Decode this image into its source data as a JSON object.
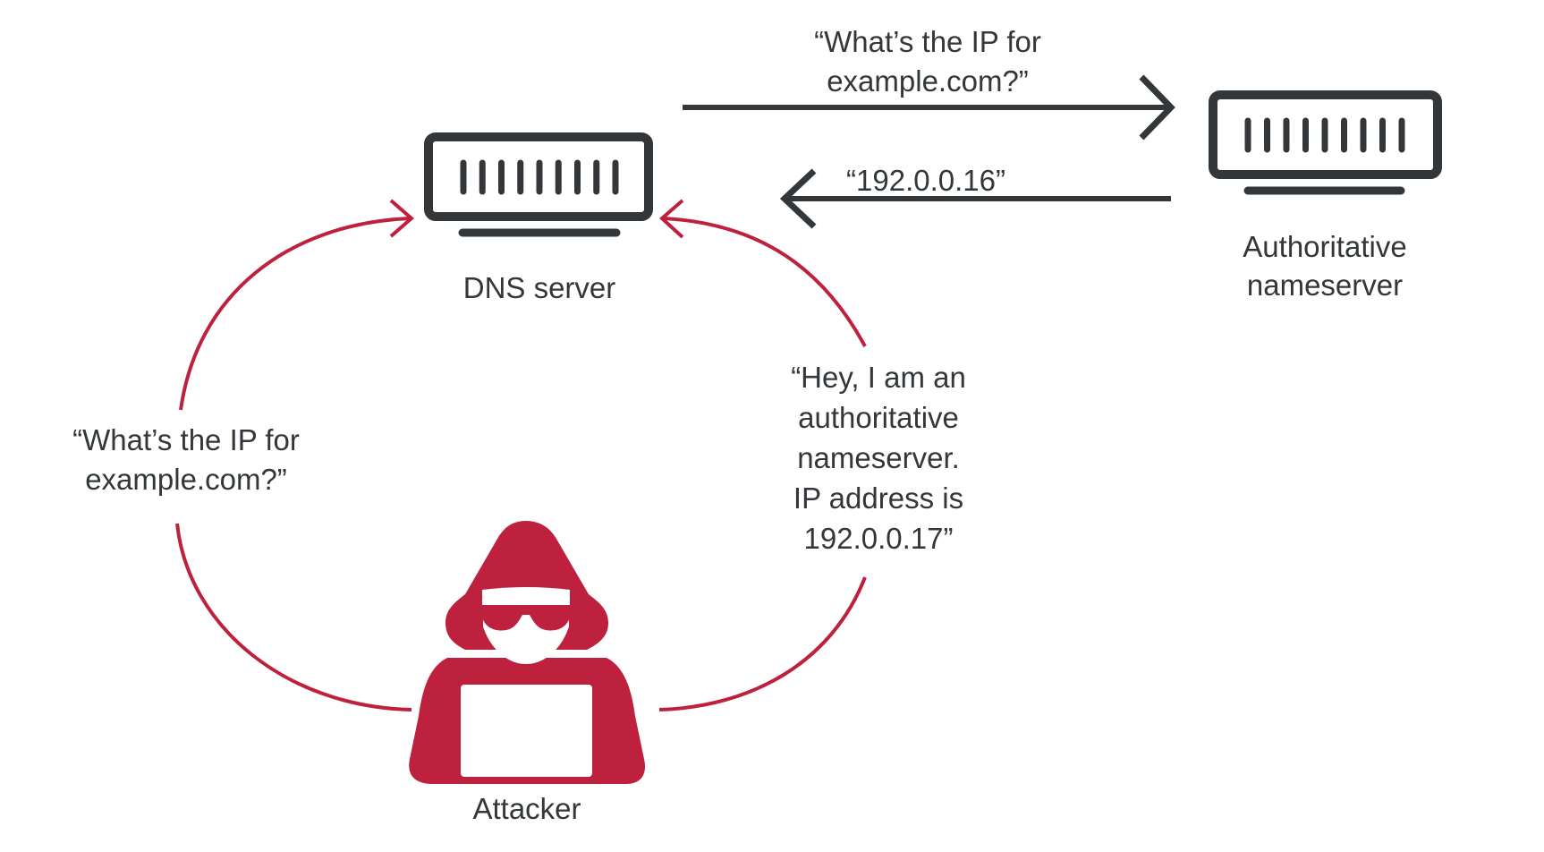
{
  "title": "DNS cache poisoning attack",
  "colors": {
    "dark": "#333739",
    "accent_red": "#be213e",
    "background": "#ffffff"
  },
  "nodes": {
    "dns_server": {
      "label": "DNS server",
      "icon": "server-icon"
    },
    "authoritative_nameserver": {
      "label_lines": [
        "Authoritative",
        "nameserver"
      ],
      "icon": "server-icon"
    },
    "attacker": {
      "label": "Attacker",
      "icon": "hooded-hacker-icon"
    }
  },
  "edges": {
    "dns_to_authoritative": {
      "from": "DNS server",
      "to": "Authoritative nameserver",
      "message_lines": [
        "“What’s the IP for",
        "example.com?”"
      ]
    },
    "authoritative_to_dns": {
      "from": "Authoritative nameserver",
      "to": "DNS server",
      "message_lines": [
        "“192.0.0.16”"
      ]
    },
    "attacker_query_to_dns": {
      "from": "Attacker",
      "to": "DNS server",
      "message_lines": [
        "“What’s the IP for",
        "example.com?”"
      ]
    },
    "attacker_spoof_to_dns": {
      "from": "Attacker",
      "to": "DNS server",
      "message_lines": [
        "“Hey, I am an",
        "authoritative",
        "nameserver.",
        "IP address is",
        "192.0.0.17”"
      ]
    }
  }
}
